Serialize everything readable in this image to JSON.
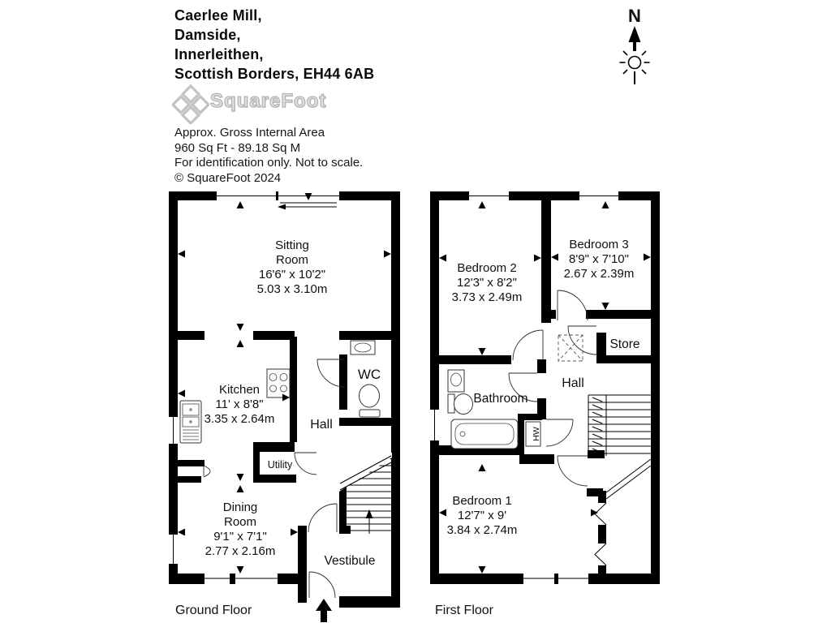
{
  "header": {
    "address_lines": [
      "Caerlee Mill,",
      "Damside,",
      "Innerleithen,",
      "Scottish Borders, EH44 6AB"
    ],
    "logo_text": "SquareFoot",
    "info_lines": [
      "Approx. Gross Internal Area",
      "960 Sq Ft - 89.18 Sq M",
      "For identification only. Not to scale.",
      "© SquareFoot 2024"
    ],
    "north_label": "N"
  },
  "ground_floor": {
    "label": "Ground Floor",
    "rooms": {
      "sitting": {
        "lines": [
          "Sitting",
          "Room",
          "16'6\" x 10'2\"",
          "5.03 x 3.10m"
        ]
      },
      "kitchen": {
        "lines": [
          "Kitchen",
          "11' x 8'8\"",
          "3.35 x 2.64m"
        ]
      },
      "wc": {
        "label": "WC"
      },
      "hall": {
        "label": "Hall"
      },
      "utility": {
        "label": "Utility"
      },
      "dining": {
        "lines": [
          "Dining",
          "Room",
          "9'1\" x 7'1\"",
          "2.77 x 2.16m"
        ]
      },
      "vestibule": {
        "label": "Vestibule"
      }
    }
  },
  "first_floor": {
    "label": "First Floor",
    "rooms": {
      "bedroom2": {
        "lines": [
          "Bedroom 2",
          "12'3\" x 8'2\"",
          "3.73 x 2.49m"
        ]
      },
      "bedroom3": {
        "lines": [
          "Bedroom 3",
          "8'9\" x 7'10\"",
          "2.67 x 2.39m"
        ]
      },
      "store": {
        "label": "Store"
      },
      "hall": {
        "label": "Hall"
      },
      "bathroom": {
        "label": "Bathroom"
      },
      "hw": {
        "label": "HW"
      },
      "bedroom1": {
        "lines": [
          "Bedroom 1",
          "12'7\" x 9'",
          "3.84 x 2.74m"
        ]
      }
    }
  },
  "colors": {
    "wall": "#000000",
    "text": "#111111",
    "logo_gray": "#bdbdbd",
    "background": "#ffffff"
  }
}
